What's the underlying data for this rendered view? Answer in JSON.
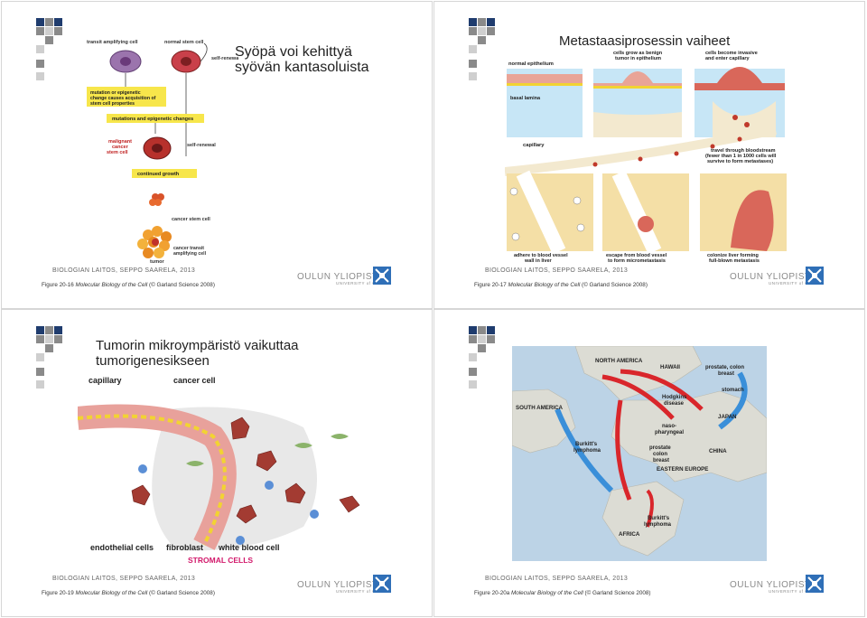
{
  "footer": {
    "credit": "BIOLOGIAN LAITOS, SEPPO SAARELA, 2013",
    "university": "OULUN YLIOPISTO",
    "university_sub": "UNIVERSITY of OULU"
  },
  "slides": [
    {
      "title_line1": "Syöpä voi kehittyä",
      "title_line2": "syövän kantasoluista",
      "caption_prefix": "Figure 20-16",
      "caption_italic": "Molecular Biology of the Cell",
      "caption_suffix": "(© Garland Science 2008)",
      "labels": {
        "transit": "transit amplifying cell",
        "normal_stem": "normal stem cell",
        "self_renewal": "self-renewal",
        "mutation_box": "mutation or epigenetic change causes acquisition of stem cell properties",
        "mutations_box": "mutations and epigenetic changes",
        "malignant": "malignant cancer stem cell",
        "self_renewal2": "self-renewal",
        "continued": "continued growth",
        "cancer_stem": "cancer stem cell",
        "cancer_transit": "cancer transit amplifying cell",
        "tumor": "tumor"
      }
    },
    {
      "title": "Metastaasiprosessin vaiheet",
      "caption_prefix": "Figure 20-17",
      "caption_italic": "Molecular Biology of the Cell",
      "caption_suffix": "(© Garland Science 2008)",
      "labels": {
        "normal_epithelium": "normal epithelium",
        "benign": "cells grow as benign tumor in epithelium",
        "invasive": "cells become invasive and enter capillary",
        "basal_lamina": "basal lamina",
        "capillary": "capillary",
        "travel": "travel through bloodstream (fewer than 1 in 1000 cells will survive to form metastases)",
        "adhere": "adhere to blood vessel wall in liver",
        "escape": "escape from blood vessel to form micrometastasis",
        "colonize": "colonize liver forming full-blown metastasis"
      }
    },
    {
      "title_line1": "Tumorin mikroympäristö vaikuttaa",
      "title_line2": "tumorigenesikseen",
      "caption_prefix": "Figure 20-19",
      "caption_italic": "Molecular Biology of the Cell",
      "caption_suffix": "(© Garland Science 2008)",
      "labels": {
        "capillary": "capillary",
        "cancer_cell": "cancer cell",
        "endothelial": "endothelial cells",
        "fibroblast": "fibroblast",
        "wbc": "white blood cell",
        "stromal": "STROMAL CELLS"
      }
    },
    {
      "caption_prefix": "Figure 20-20a",
      "caption_italic": "Molecular Biology of the Cell",
      "caption_suffix": "(© Garland Science 2008)",
      "labels": {
        "north_america": "NORTH AMERICA",
        "hawaii": "HAWAII",
        "prostate_colon_breast": "prostate, colon breast",
        "stomach": "stomach",
        "south_america": "SOUTH AMERICA",
        "hodgkins": "Hodgkins disease",
        "japan": "JAPAN",
        "naso": "naso-pharyngeal",
        "burkitt1": "Burkitt's lymphoma",
        "prostate2": "prostate colon breast",
        "china": "CHINA",
        "eastern_europe": "EASTERN EUROPE",
        "burkitt2": "Burkitt's lymphoma",
        "africa": "AFRICA"
      }
    }
  ],
  "colors": {
    "yellow_box": "#f7e64b",
    "cell_red": "#b7312c",
    "cell_purple": "#8e5f9e",
    "crest_blue": "#2f6fb7",
    "ocean": "#bcd3e6",
    "land": "#dcdcd4"
  }
}
